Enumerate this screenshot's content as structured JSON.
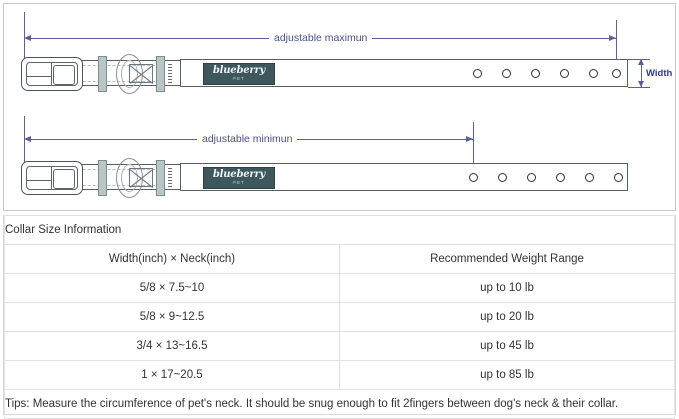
{
  "diagrams": [
    {
      "id": "max",
      "dimension_label": "adjustable maximun",
      "holes": 6,
      "width_label": "Width",
      "brand": "blueberry",
      "brand_sub": "PET"
    },
    {
      "id": "min",
      "dimension_label": "adjustable minimun",
      "holes": 6,
      "brand": "blueberry",
      "brand_sub": "PET"
    }
  ],
  "table": {
    "title": "Collar Size Information",
    "headers": [
      "Width(inch)  ×  Neck(inch)",
      "Recommended Weight Range"
    ],
    "rows": [
      [
        "5/8 × 7.5~10",
        "up to 10 lb"
      ],
      [
        "5/8 × 9~12.5",
        "up to 20 lb"
      ],
      [
        "3/4 × 13~16.5",
        "up to 45 lb"
      ],
      [
        "1 × 17~20.5",
        "up to 85 lb"
      ]
    ],
    "tips": "Tips: Measure the circumference of pet's neck. It should be snug enough to fit 2fingers between dog's neck & their collar."
  },
  "colors": {
    "dimension": "#5a5f9e",
    "logo_bg": "#3d575c",
    "keeper": "#b9c6c6",
    "border": "#d8d8d8"
  }
}
